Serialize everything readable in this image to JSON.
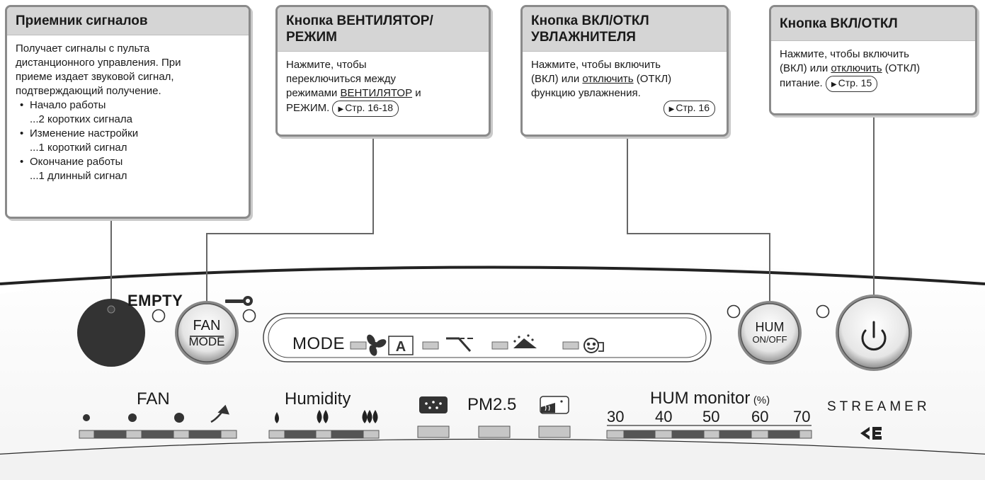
{
  "callouts": {
    "receiver": {
      "title": "Приемник сигналов",
      "line1": "Получает сигналы с пульта",
      "line2": "дистанционного управления. При",
      "line3": "приеме издает звуковой сигнал,",
      "line4": "подтверждающий получение.",
      "items": [
        {
          "name": "Начало работы",
          "detail": "...2 коротких сигнала"
        },
        {
          "name": "Изменение настройки",
          "detail": "...1 короткий сигнал"
        },
        {
          "name": "Окончание работы",
          "detail": "...1 длинный сигнал"
        }
      ]
    },
    "fan_mode": {
      "title_line1": "Кнопка ВЕНТИЛЯТОР/",
      "title_line2": "РЕЖИМ",
      "line1": "Нажмите, чтобы",
      "line2": "переключиться между",
      "line3_pre": "режимами ",
      "line3_u": "ВЕНТИЛЯТОР",
      "line3_post": " и",
      "line4": "РЕЖИМ.",
      "ref": "Стр. 16-18"
    },
    "hum": {
      "title_line1": "Кнопка ВКЛ/ОТКЛ",
      "title_line2": "УВЛАЖНИТЕЛЯ",
      "line1": "Нажмите, чтобы включить",
      "line2_pre": "(ВКЛ) или ",
      "line2_u": "отключить",
      "line2_post": " (ОТКЛ)",
      "line3": "функцию увлажнения.",
      "ref": "Стр. 16"
    },
    "power": {
      "title": "Кнопка ВКЛ/ОТКЛ",
      "line1": "Нажмите, чтобы включить",
      "line2_pre": "(ВКЛ) или ",
      "line2_u": "отключить",
      "line2_post": " (ОТКЛ)",
      "line3": "питание.",
      "ref": "Стр. 15"
    }
  },
  "panel": {
    "empty_label": "EMPTY",
    "fan_button": {
      "top": "FAN",
      "bottom": "MODE"
    },
    "mode_label": "MODE",
    "hum_button": {
      "top": "HUM",
      "bottom": "ON/OFF"
    },
    "fan_label": "FAN",
    "humidity_label": "Humidity",
    "pm_label": "PM2.5",
    "hum_monitor_label": "HUM monitor",
    "hum_monitor_unit": "(%)",
    "hum_scale": [
      "30",
      "40",
      "50",
      "60",
      "70"
    ],
    "streamer_label": "STREAMER"
  },
  "colors": {
    "box_border": "#8a8a8a",
    "header_bg": "#d5d5d5",
    "led_light": "#c6c6c6",
    "led_dark": "#555555",
    "receiver": "#333333"
  }
}
